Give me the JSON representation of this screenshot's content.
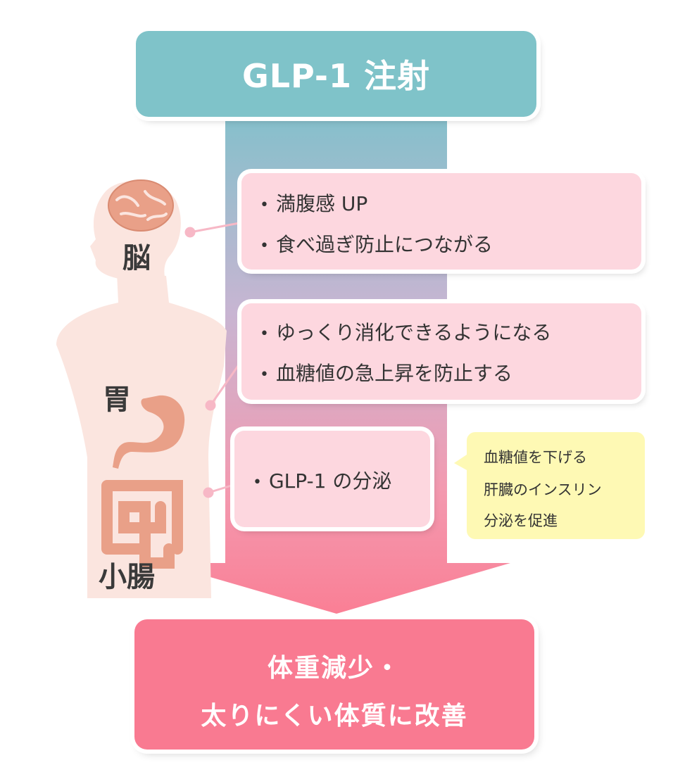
{
  "title": "GLP-1 注射",
  "organs": {
    "brain": "脳",
    "stomach": "胃",
    "intestine": "小腸"
  },
  "effects": {
    "brain": [
      "満腹感 UP",
      "食べ過ぎ防止につながる"
    ],
    "stomach": [
      "ゆっくり消化できるようになる",
      "血糖値の急上昇を防止する"
    ],
    "intestine": [
      "GLP-1 の分泌"
    ]
  },
  "bullet": "•",
  "note": [
    "血糖値を下げる",
    "肝臓のインスリン",
    "分泌を促進"
  ],
  "result": [
    "体重減少・",
    "太りにくい体質に改善"
  ],
  "colors": {
    "title_bg": "#7fc3c9",
    "box_bg": "#fdd7df",
    "note_bg": "#fef9b4",
    "result_bg": "#f97a91",
    "body_fill": "#fbe5df",
    "organ_fill": "#e9a088"
  }
}
